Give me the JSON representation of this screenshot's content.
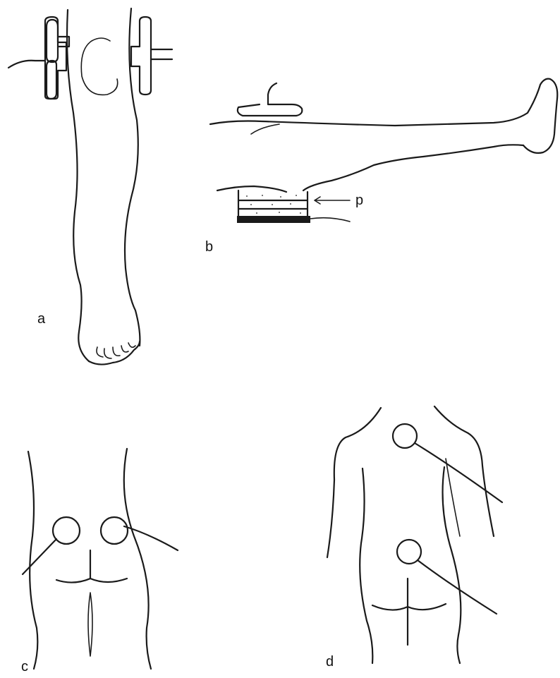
{
  "panels": {
    "a": {
      "label": "a"
    },
    "b": {
      "label": "b",
      "pad_label": "p"
    },
    "c": {
      "label": "c"
    },
    "d": {
      "label": "d"
    }
  },
  "colors": {
    "ink": "#1a1a1a",
    "background": "#ffffff"
  }
}
